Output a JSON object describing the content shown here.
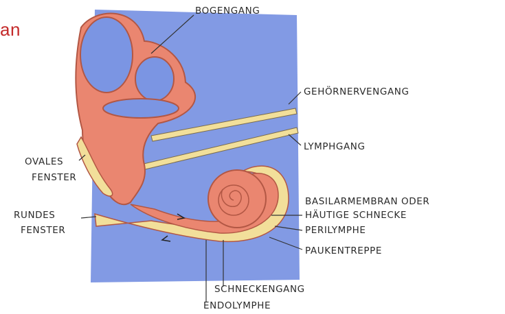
{
  "title_fragment": "an",
  "labels": {
    "bogengang": "BOGENGANG",
    "gehoernervengang": "GEHÖRNERVENGANG",
    "lymphgang": "LYMPHGANG",
    "ovales_1": "OVALES",
    "ovales_2": "FENSTER",
    "rundes_1": "RUNDES",
    "rundes_2": "FENSTER",
    "basilar_1": "BASILARMEMBRAN ODER",
    "basilar_2": "HÄUTIGE SCHNECKE",
    "perilymphe": "PERILYMPHE",
    "paukentreppe": "PAUKENTREPPE",
    "schneckengang": "SCHNECKENGANG",
    "endolymphe": "ENDOLYMPHE"
  },
  "colors": {
    "background_panel": "#7b95e3",
    "membrane": "#ea8670",
    "membrane_outline": "#b25744",
    "perilymph": "#f2df9a",
    "title_fragment": "#c42a2a"
  }
}
